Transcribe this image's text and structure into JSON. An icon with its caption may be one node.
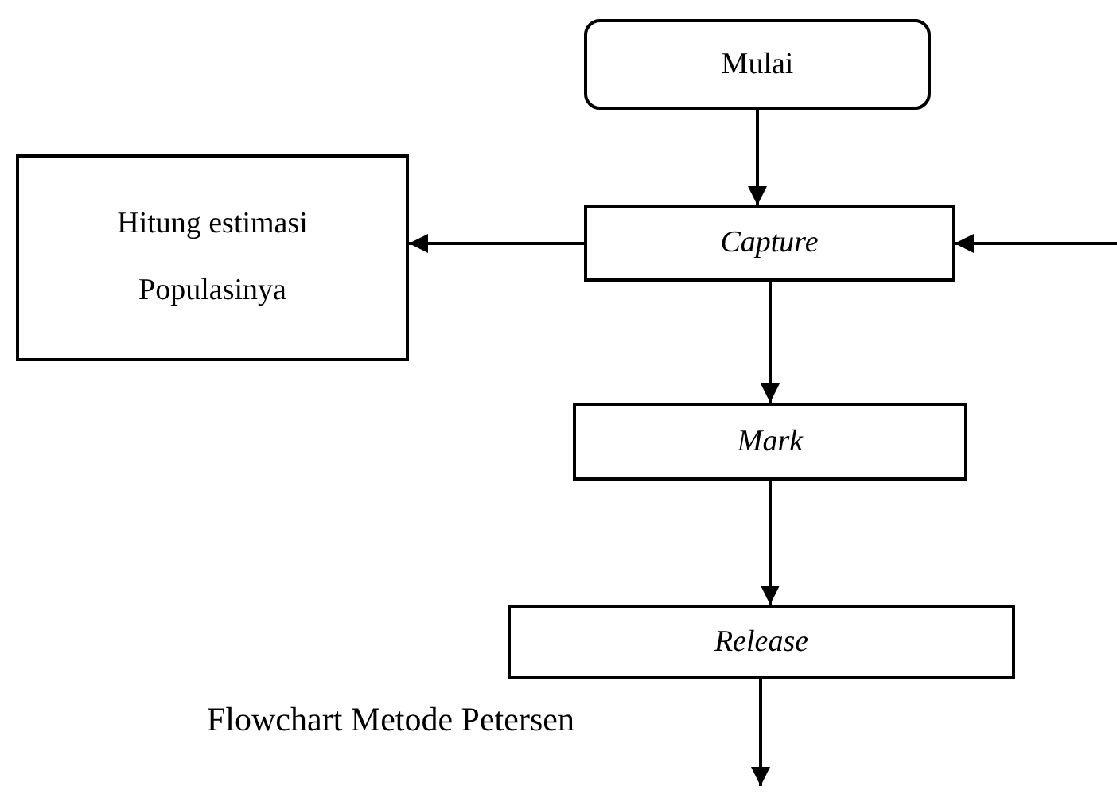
{
  "diagram": {
    "caption": "Flowchart Metode Petersen",
    "nodes": [
      {
        "text": [
          "Mulai"
        ]
      },
      {
        "text": [
          "Hitung estimasi Populasinya"
        ]
      },
      {
        "text": [
          "Capture"
        ]
      },
      {
        "text": [
          "Mark"
        ]
      },
      {
        "text": [
          "Release"
        ]
      }
    ],
    "edges": [
      {
        "from": 0,
        "to": 2,
        "arrow": "to"
      },
      {
        "from": 2,
        "to": 1,
        "arrow": "to"
      },
      {
        "from": null,
        "to": 2,
        "arrow": "to"
      },
      {
        "from": 2,
        "to": 3,
        "arrow": "to"
      },
      {
        "from": 3,
        "to": 4,
        "arrow": "to"
      },
      {
        "from": 4,
        "to": null,
        "arrow": "to"
      }
    ]
  }
}
